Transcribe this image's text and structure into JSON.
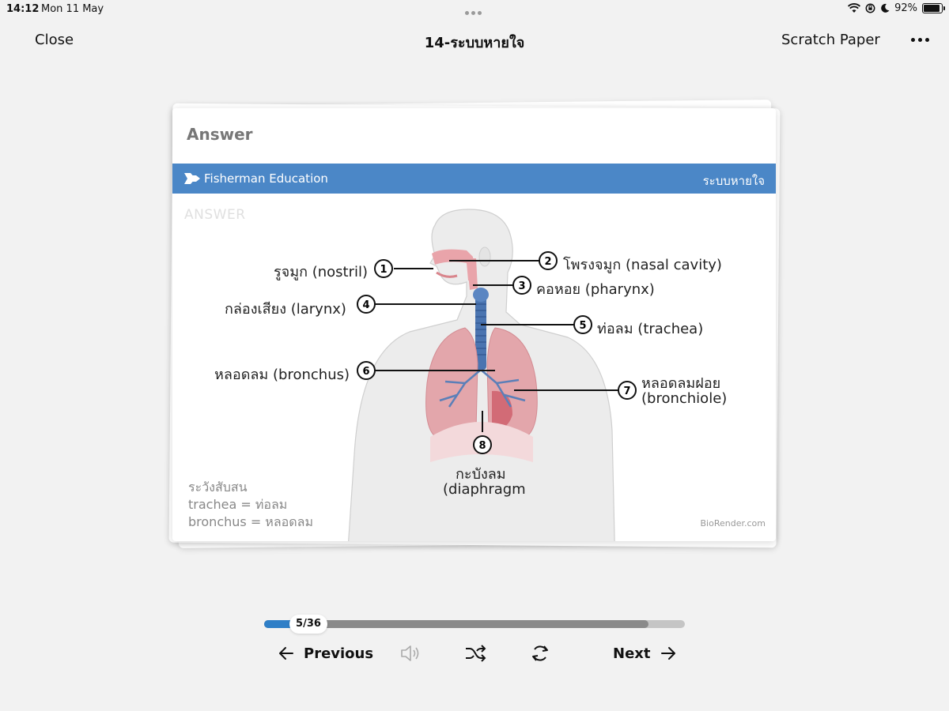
{
  "status_bar": {
    "time": "14:12",
    "date": "Mon 11 May",
    "battery": "92%",
    "battery_level": 0.92
  },
  "header": {
    "close_label": "Close",
    "title": "14-ระบบหายใจ",
    "scratch_label": "Scratch Paper"
  },
  "card": {
    "side_label": "Answer",
    "banner_brand": "Fisherman Education",
    "banner_topic": "ระบบหายใจ",
    "watermark": "ANSWER",
    "labels": {
      "nostril": "รูจมูก (nostril)",
      "nasal": "โพรงจมูก (nasal cavity)",
      "pharynx": "คอหอย (pharynx)",
      "larynx": "กล่องเสียง (larynx)",
      "trachea": "ท่อลม (trachea)",
      "bronchus": "หลอดลม (bronchus)",
      "bronchiole_1": "หลอดลมฝอย",
      "bronchiole_2": "(bronchiole)",
      "diaphragm_1": "กะบังลม",
      "diaphragm_2": "(diaphragm"
    },
    "numbers": [
      "1",
      "2",
      "3",
      "4",
      "5",
      "6",
      "7",
      "8"
    ],
    "note": [
      "ระวังสับสน",
      "trachea = ท่อลม",
      "bronchus = หลอดลม"
    ],
    "credit": "BioRender.com"
  },
  "progress": {
    "label": "5/36",
    "current": 5,
    "total": 36
  },
  "controls": {
    "previous_label": "Previous",
    "next_label": "Next"
  },
  "colors": {
    "banner": "#4b87c7",
    "progress": "#2f7fc7",
    "lung": "#e3a6ab",
    "airway": "#4a74b0"
  }
}
